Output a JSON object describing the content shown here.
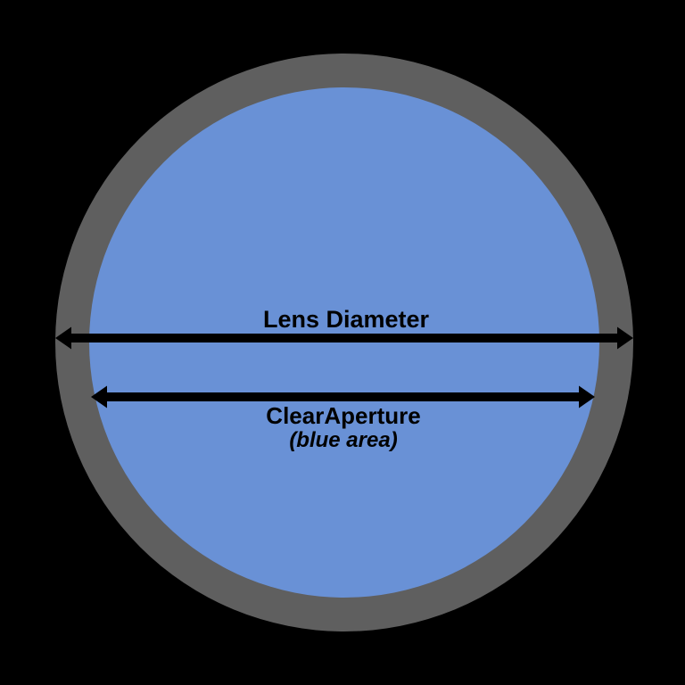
{
  "diagram": {
    "description": "Lens cross-section diagram showing lens diameter versus clear aperture",
    "labels": {
      "lens_diameter": "Lens Diameter",
      "clear_aperture": "ClearAperture",
      "clear_aperture_note": "(blue area)"
    },
    "colors": {
      "background": "#000000",
      "lens_ring_gray": "#5F5F5F",
      "clear_aperture_blue": "#6991D6",
      "arrow_black": "#000000",
      "label_black": "#000000"
    }
  }
}
